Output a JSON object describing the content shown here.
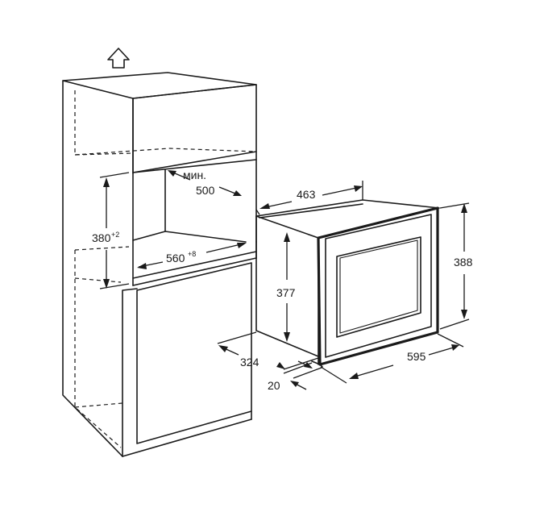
{
  "labels": {
    "cabinet_depth_prefix": "мин.",
    "cabinet_depth": "500",
    "niche_height": "380",
    "niche_height_tolerance": "+2",
    "niche_width": "560",
    "niche_width_tolerance": "+8",
    "oven_depth": "463",
    "oven_height": "377",
    "front_height": "388",
    "oven_body_depth": "324",
    "front_width": "595",
    "front_thickness": "20"
  },
  "icons": {
    "ventilation": "up-arrow-icon"
  }
}
